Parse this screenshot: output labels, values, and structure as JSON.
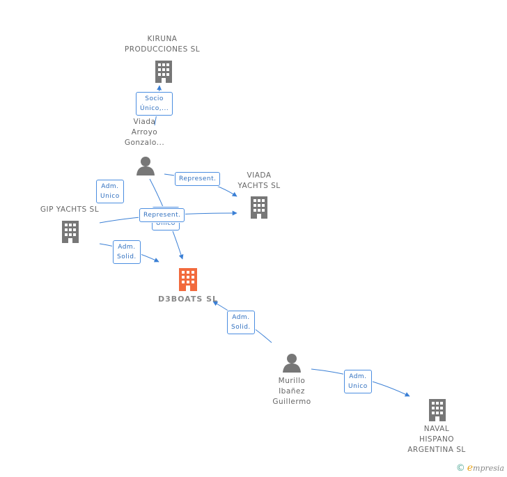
{
  "nodes": {
    "kiruna": {
      "label": "KIRUNA\nPRODUCCIONES SL",
      "kind": "company"
    },
    "viada_person": {
      "label": "Viada\nArroyo\nGonzalo...",
      "kind": "person"
    },
    "viada_yachts": {
      "label": "VIADA\nYACHTS SL",
      "kind": "company"
    },
    "gip_yachts": {
      "label": "GIP YACHTS SL",
      "kind": "company"
    },
    "d3boats": {
      "label": "D3BOATS SL",
      "kind": "company-main"
    },
    "murillo": {
      "label": "Murillo\nIbañez\nGuillermo",
      "kind": "person"
    },
    "naval": {
      "label": "NAVAL\nHISPANO\nARGENTINA SL",
      "kind": "company"
    }
  },
  "edges": [
    {
      "id": "e1",
      "label": "Socio\nÚnico,..."
    },
    {
      "id": "e2",
      "label": "Represent."
    },
    {
      "id": "e3",
      "label": "Adm.\nUnico"
    },
    {
      "id": "e4",
      "label": "Represent."
    },
    {
      "id": "e5",
      "label": "Adm.\nUnico"
    },
    {
      "id": "e6",
      "label": "Adm.\nSolid."
    },
    {
      "id": "e7",
      "label": "Adm.\nSolid."
    },
    {
      "id": "e8",
      "label": "Adm.\nUnico"
    }
  ],
  "brand": {
    "copyright": "©",
    "e": "e",
    "rest": "mpresia"
  },
  "colors": {
    "link": "#3a7fd5",
    "icon": "#777777",
    "main_icon": "#f26a3d"
  }
}
